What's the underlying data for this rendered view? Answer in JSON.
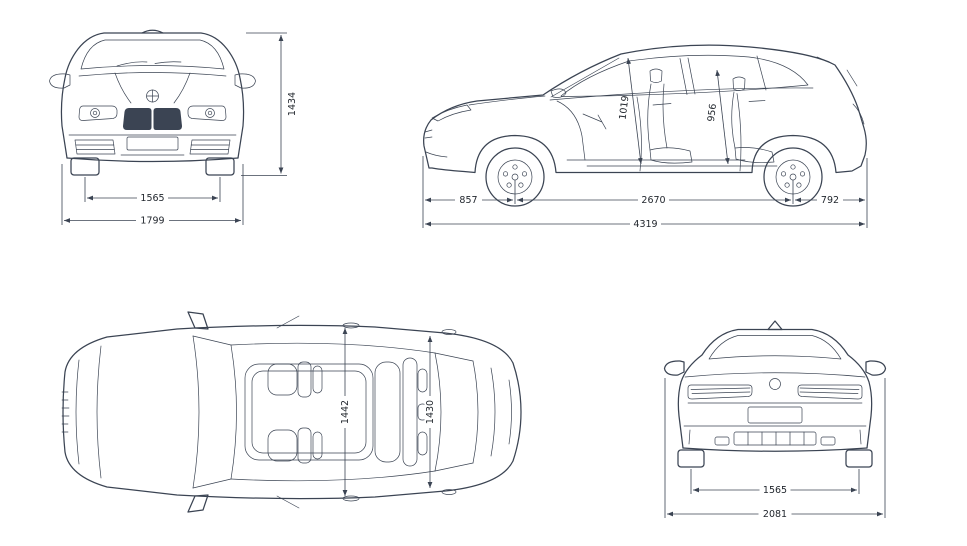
{
  "diagram": {
    "line_color": "#3b4453",
    "front_view": {
      "height": "1434",
      "track_width": "1565",
      "overall_width": "1799"
    },
    "side_view": {
      "front_interior_height": "1019",
      "rear_interior_height": "956",
      "front_overhang": "857",
      "wheelbase": "2670",
      "rear_overhang": "792",
      "overall_length": "4319"
    },
    "top_view": {
      "front_interior_width": "1442",
      "rear_interior_width": "1430"
    },
    "rear_view": {
      "track_width": "1565",
      "width_incl_mirrors": "2081"
    }
  }
}
